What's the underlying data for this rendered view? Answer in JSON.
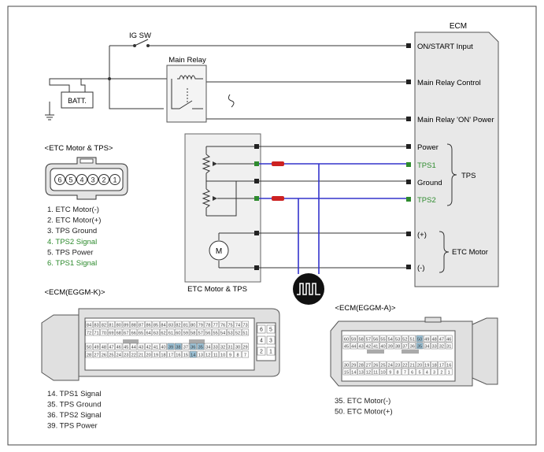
{
  "colors": {
    "signal": "#2e8b2e",
    "wire_blue": "#3333cc",
    "wire_red": "#cc2222",
    "highlight": "#9cc3d8",
    "ecm_fill": "#e8e8e8"
  },
  "ecm": {
    "title": "ECM",
    "pins": {
      "on_start": "ON/START Input",
      "main_relay_control": "Main Relay Control",
      "main_relay_on_power": "Main Relay 'ON' Power",
      "power": "Power",
      "tps1": "TPS1",
      "ground": "Ground",
      "tps2": "TPS2",
      "plus": "(+)",
      "minus": "(-)"
    },
    "group_tps": "TPS",
    "group_etc_motor": "ETC Motor"
  },
  "ig_sw": "IG SW",
  "main_relay": "Main Relay",
  "battery": "BATT.",
  "motor_symbol": "M",
  "etc_box_label": "ETC Motor & TPS",
  "etc_connector": {
    "title": "<ETC Motor & TPS>",
    "pins": [
      "6",
      "5",
      "4",
      "3",
      "2",
      "1"
    ],
    "legend": [
      {
        "text": "1. ETC Motor(-)",
        "green": false
      },
      {
        "text": "2. ETC Motor(+)",
        "green": false
      },
      {
        "text": "3. TPS Ground",
        "green": false
      },
      {
        "text": "4. TPS2 Signal",
        "green": true
      },
      {
        "text": "5. TPS Power",
        "green": false
      },
      {
        "text": "6. TPS1 Signal",
        "green": true
      }
    ]
  },
  "ecm_k": {
    "title": "<ECM(EGGM-K)>",
    "rows": [
      [
        "84",
        "83",
        "82",
        "81",
        "80",
        "89",
        "88",
        "87",
        "86",
        "85",
        "84",
        "83",
        "82",
        "81",
        "80",
        "79",
        "78",
        "77",
        "76",
        "75",
        "74",
        "73"
      ],
      [
        "72",
        "71",
        "70",
        "69",
        "68",
        "67",
        "66",
        "65",
        "64",
        "63",
        "62",
        "61",
        "60",
        "59",
        "58",
        "57",
        "56",
        "55",
        "54",
        "53",
        "52",
        "51"
      ],
      [
        "50",
        "49",
        "48",
        "47",
        "46",
        "45",
        "44",
        "43",
        "42",
        "41",
        "40",
        "39",
        "38",
        "37",
        "36",
        "35",
        "34",
        "33",
        "32",
        "31",
        "30",
        "29"
      ],
      [
        "28",
        "27",
        "26",
        "25",
        "24",
        "23",
        "22",
        "21",
        "20",
        "19",
        "18",
        "17",
        "16",
        "15",
        "14",
        "13",
        "12",
        "11",
        "10",
        "9",
        "8",
        "7"
      ]
    ],
    "highlighted": [
      "39",
      "38",
      "36",
      "35",
      "14"
    ],
    "aux": [
      "6",
      "5",
      "4",
      "3",
      "2",
      "1"
    ],
    "legend": [
      "14. TPS1 Signal",
      "35. TPS Ground",
      "36. TPS2 Signal",
      "39. TPS Power"
    ]
  },
  "ecm_a": {
    "title": "<ECM(EGGM-A)>",
    "rows": [
      [
        "60",
        "59",
        "58",
        "57",
        "56",
        "55",
        "54",
        "53",
        "52",
        "51",
        "50",
        "49",
        "48",
        "47",
        "46"
      ],
      [
        "45",
        "44",
        "43",
        "42",
        "41",
        "40",
        "39",
        "38",
        "37",
        "36",
        "35",
        "34",
        "33",
        "32",
        "31"
      ],
      [
        "30",
        "29",
        "28",
        "27",
        "26",
        "25",
        "24",
        "23",
        "22",
        "21",
        "20",
        "19",
        "18",
        "17",
        "16"
      ],
      [
        "15",
        "14",
        "13",
        "12",
        "11",
        "10",
        "9",
        "8",
        "7",
        "6",
        "5",
        "4",
        "3",
        "2",
        "1"
      ]
    ],
    "highlighted": [
      "50",
      "35"
    ],
    "legend": [
      "35. ETC Motor(-)",
      "50. ETC Motor(+)"
    ]
  }
}
